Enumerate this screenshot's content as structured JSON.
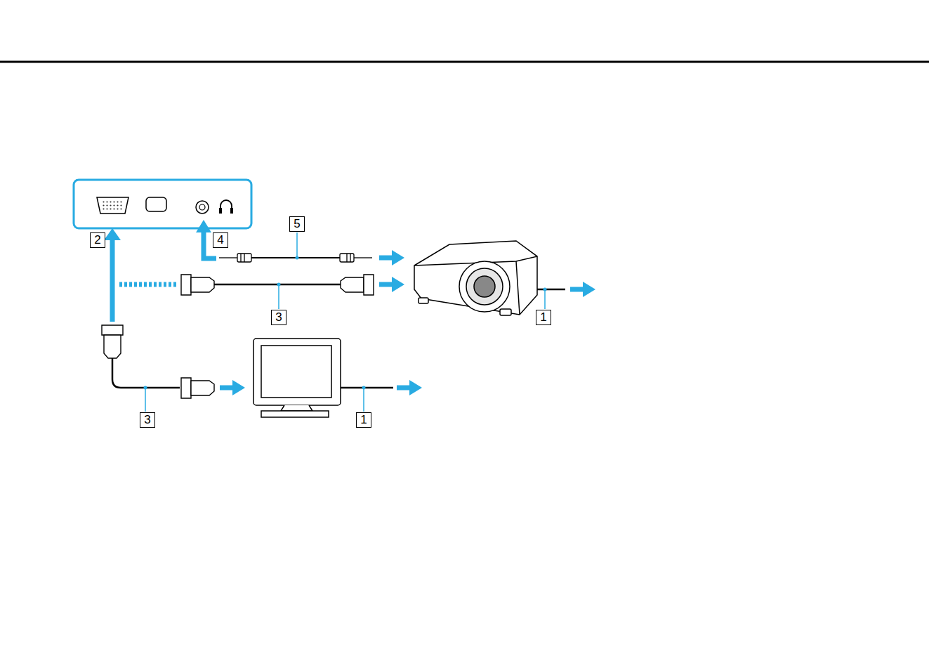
{
  "diagram": {
    "nodes": [
      {
        "text": [
          "5"
        ]
      },
      {
        "text": [
          "2"
        ]
      },
      {
        "text": [
          "4"
        ]
      },
      {
        "text": [
          "3"
        ]
      },
      {
        "text": [
          "1"
        ]
      },
      {
        "text": [
          "3"
        ]
      },
      {
        "text": [
          "1"
        ]
      }
    ]
  }
}
